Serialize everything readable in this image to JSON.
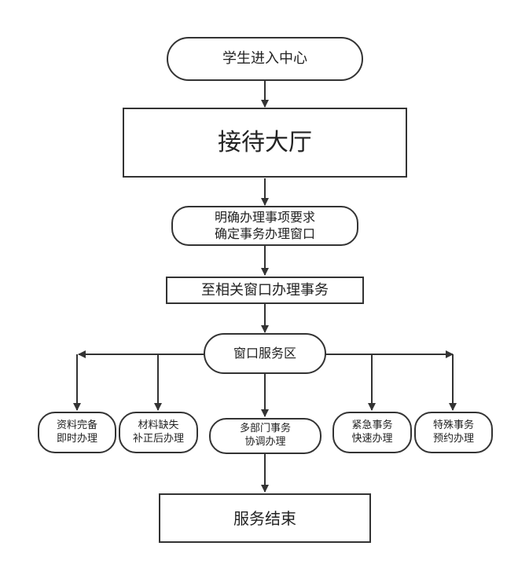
{
  "nodes": {
    "start": "学生进入中心",
    "reception": "接待大厅",
    "clarify_line1": "明确办理事项要求",
    "clarify_line2": "确定事务办理窗口",
    "go_window": "至相关窗口办理事务",
    "service_area": "窗口服务区",
    "complete_line1": "资料完备",
    "complete_line2": "即时办理",
    "missing_line1": "材料缺失",
    "missing_line2": "补正后办理",
    "multidept_line1": "多部门事务",
    "multidept_line2": "协调办理",
    "urgent_line1": "紧急事务",
    "urgent_line2": "快速办理",
    "special_line1": "特殊事务",
    "special_line2": "预约办理",
    "end": "服务结束"
  }
}
